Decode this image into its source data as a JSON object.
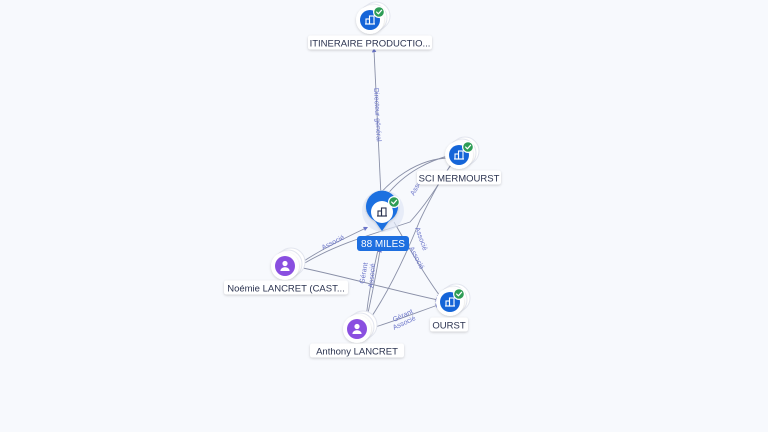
{
  "colors": {
    "background": "#f7f9fd",
    "edge": "#8a90a8",
    "edge_label": "#6a74c9",
    "company": "#1565d8",
    "person": "#8a4fe0",
    "verified": "#2e9d55",
    "focus": "#1e6fe0"
  },
  "nodes": [
    {
      "id": "itineraire",
      "label": "ITINERAIRE PRODUCTIO...",
      "kind": "company",
      "verified": true,
      "icon": "building-icon"
    },
    {
      "id": "sci",
      "label": "SCI MERMOURST",
      "kind": "company",
      "verified": true,
      "icon": "building-icon"
    },
    {
      "id": "miles",
      "label": "88 MILES",
      "kind": "focus",
      "verified": true,
      "icon": "building-icon"
    },
    {
      "id": "noemie",
      "label": "Noémie LANCRET (CAST...",
      "kind": "person",
      "verified": false,
      "icon": "person-icon"
    },
    {
      "id": "ourst",
      "label": "OURST",
      "kind": "company",
      "verified": true,
      "icon": "building-icon"
    },
    {
      "id": "anthony",
      "label": "Anthony LANCRET",
      "kind": "person",
      "verified": false,
      "icon": "person-icon"
    }
  ],
  "edges": [
    {
      "id": "e1",
      "label": "Directeur général"
    },
    {
      "id": "e2",
      "label": "Associé"
    },
    {
      "id": "e3",
      "label": "Associé"
    },
    {
      "id": "e4",
      "label": "Associé"
    },
    {
      "id": "e5",
      "label": "Gérant"
    },
    {
      "id": "e6",
      "label": "Associé"
    },
    {
      "id": "e7",
      "label": "Gérant"
    },
    {
      "id": "e8",
      "label": "Associé"
    },
    {
      "id": "e9",
      "label": "Associé"
    }
  ]
}
